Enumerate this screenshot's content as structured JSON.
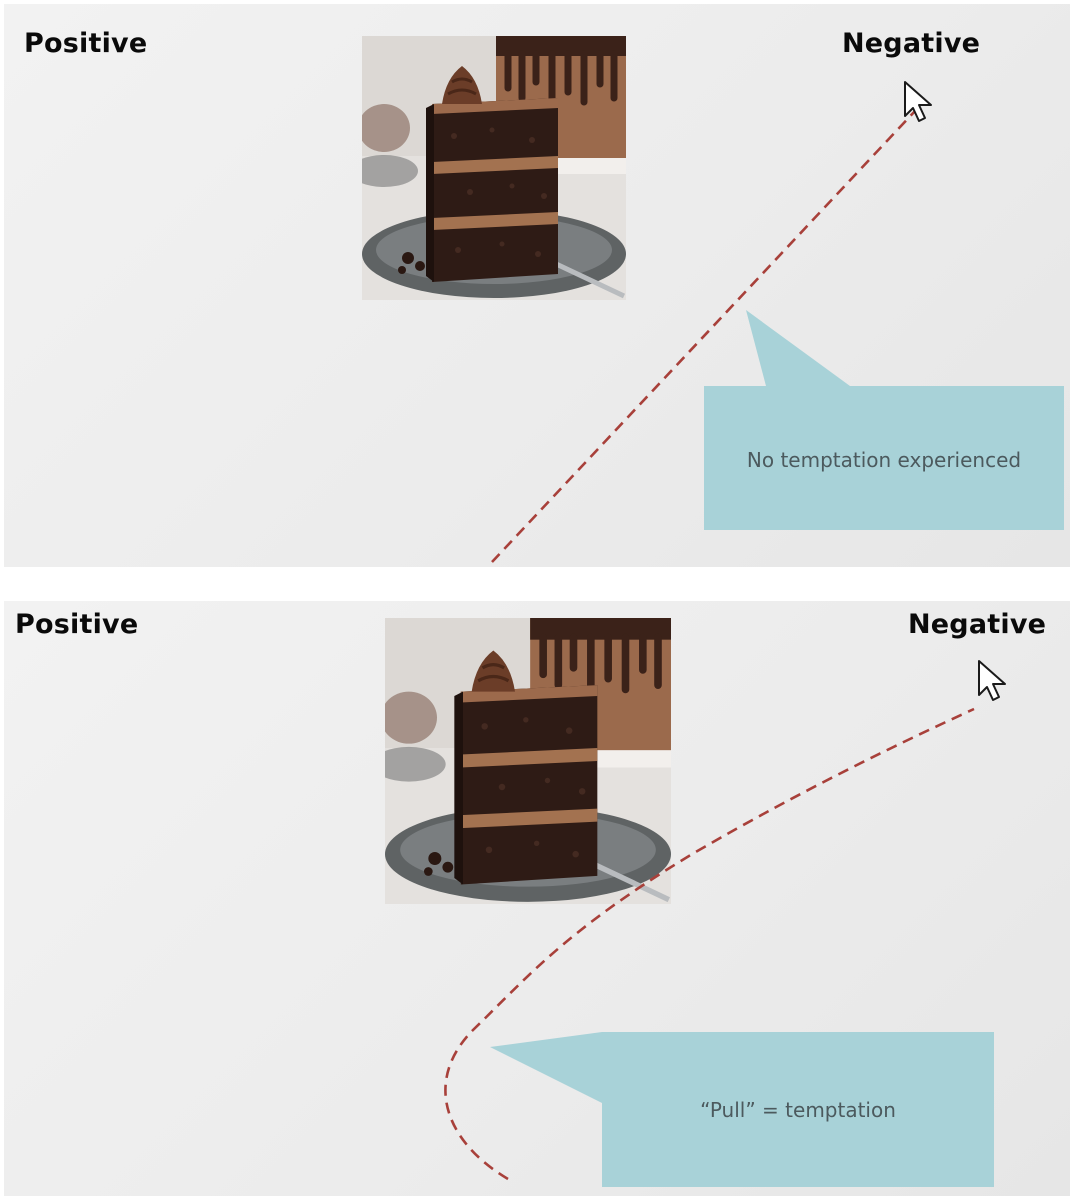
{
  "panels": [
    {
      "positive_label": "Positive",
      "negative_label": "Negative",
      "callout_text": "No temptation experienced"
    },
    {
      "positive_label": "Positive",
      "negative_label": "Negative",
      "callout_text": "“Pull” = temptation"
    }
  ],
  "colors": {
    "callout_fill": "#a8d2d8",
    "trajectory": "#a8403a",
    "panel_bg": "#ececec"
  },
  "icons": [
    "mouse-cursor-icon"
  ]
}
